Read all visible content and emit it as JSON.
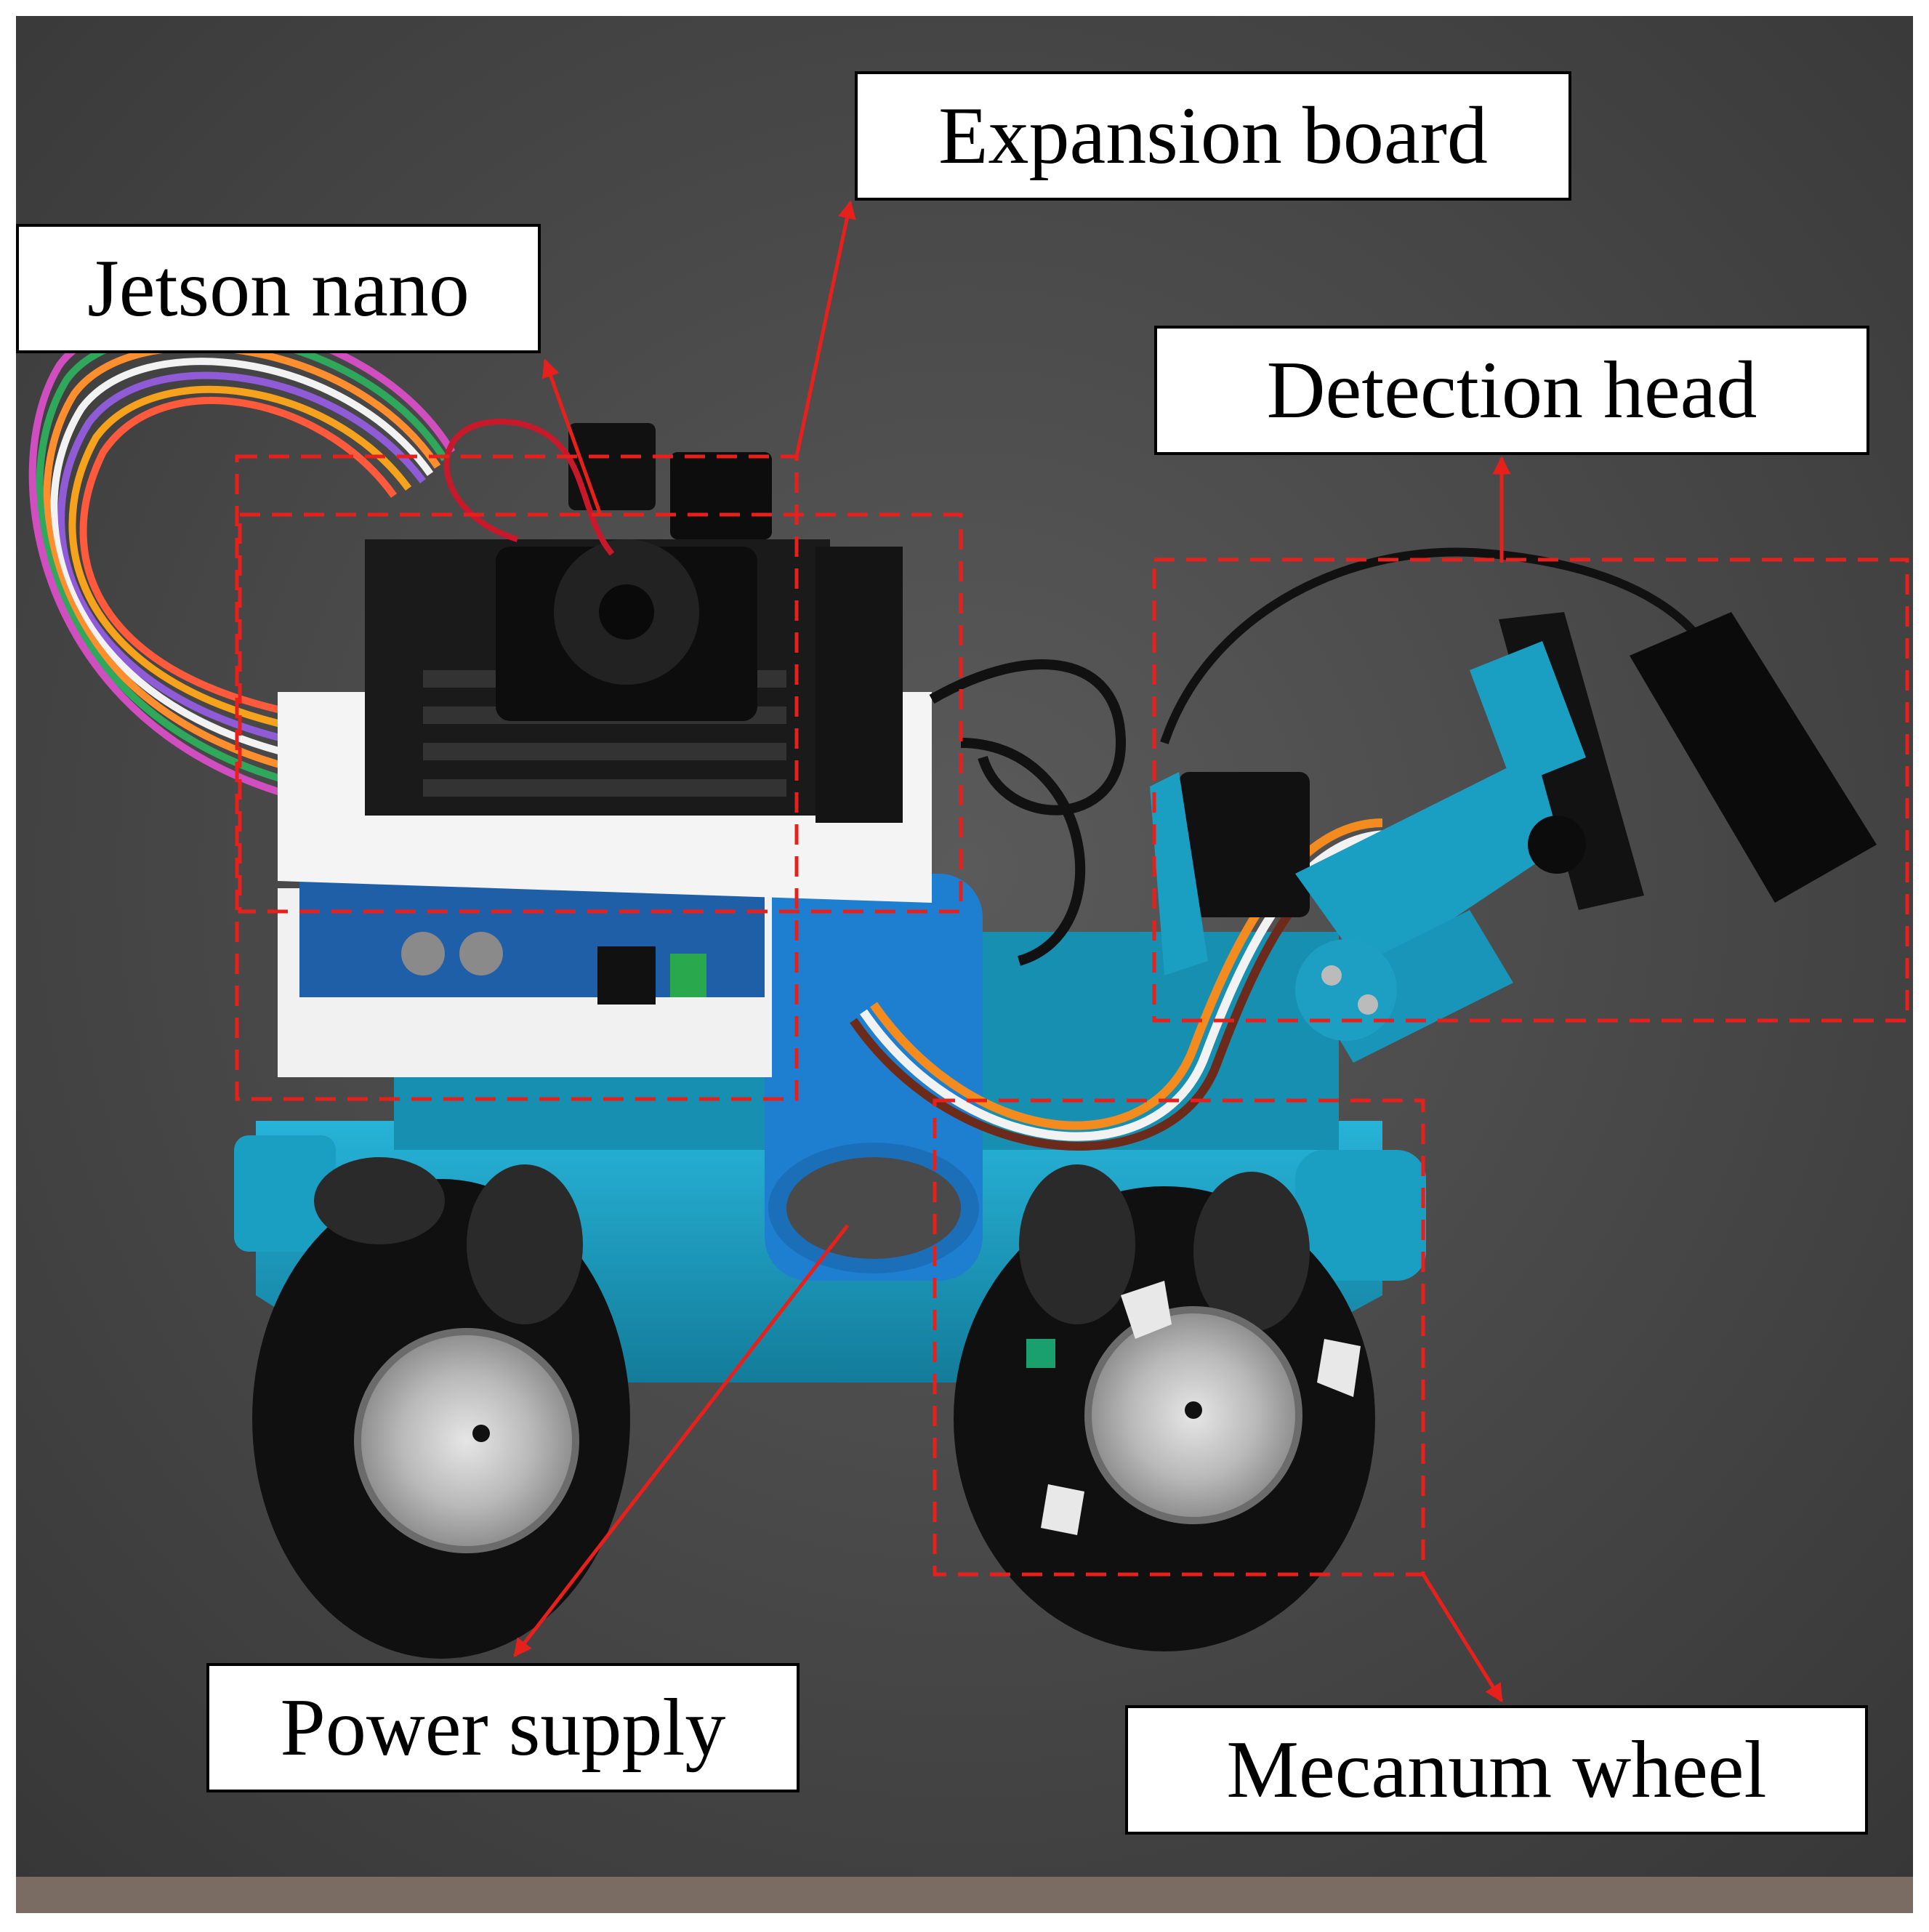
{
  "figure": {
    "labels": {
      "expansion_board": "Expansion board",
      "jetson_nano": "Jetson nano",
      "detection_head": "Detection head",
      "power_supply": "Power supply",
      "mecanum_wheel": "Mecanum wheel"
    },
    "colors": {
      "annotation_red": "#e8201c",
      "background_gray": "#4b4b4b",
      "chassis_blue": "#1a9ec2",
      "label_border": "#000000"
    }
  }
}
